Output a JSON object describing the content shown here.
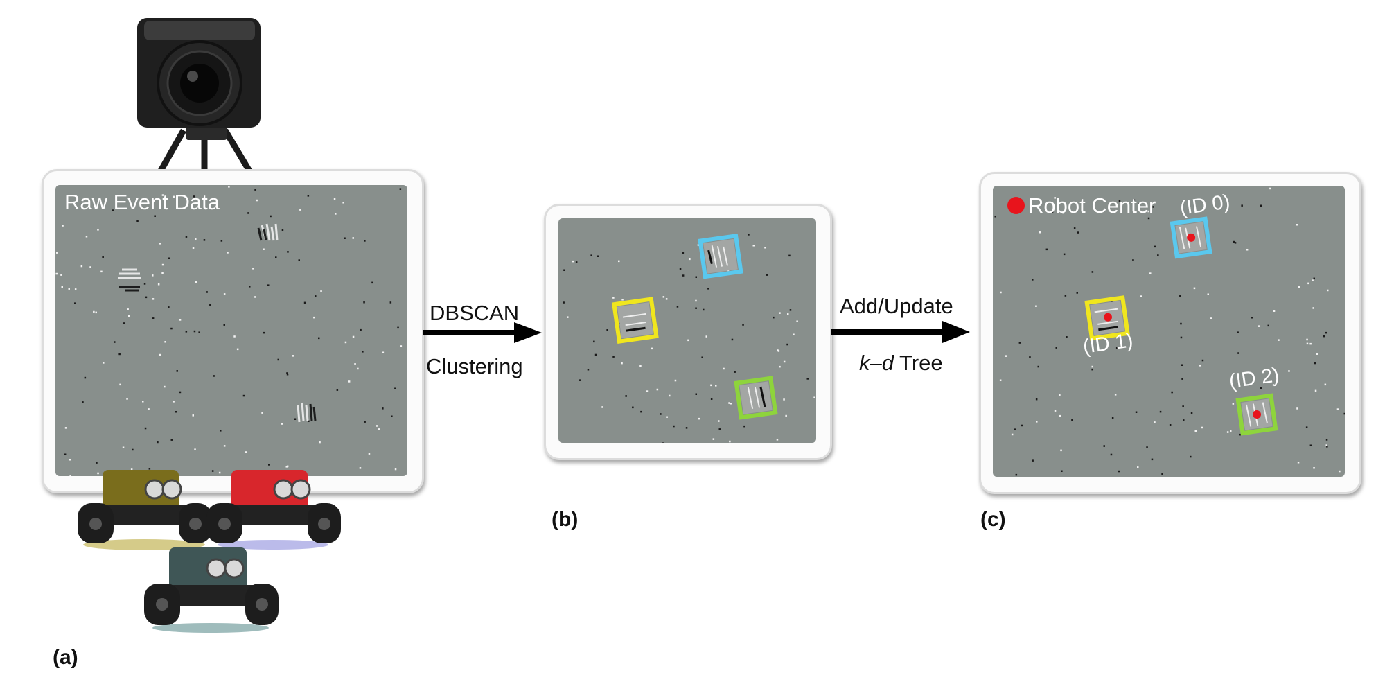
{
  "panel_a": {
    "title": "Raw Event Data",
    "label": "(a)",
    "camera_icon": "event-camera",
    "robots": [
      {
        "icon": "robot-car",
        "color": "#7a6d1c"
      },
      {
        "icon": "robot-car",
        "color": "#d8262c"
      },
      {
        "icon": "robot-car",
        "color": "#3f5656"
      }
    ]
  },
  "arrow_1": {
    "line1": "DBSCAN",
    "line2": "Clustering"
  },
  "panel_b": {
    "label": "(b)",
    "clusters": [
      {
        "color": "#5ac8ee"
      },
      {
        "color": "#f0e61e"
      },
      {
        "color": "#8ed43c"
      }
    ]
  },
  "arrow_2": {
    "line1": "Add/Update",
    "line2_italic": "k–d",
    "line2_rest": " Tree"
  },
  "panel_c": {
    "label": "(c)",
    "legend": "Robot Center",
    "robots": [
      {
        "id_label": "(ID 0)",
        "color": "#5ac8ee"
      },
      {
        "id_label": "(ID 1)",
        "color": "#f0e61e"
      },
      {
        "id_label": "(ID 2)",
        "color": "#8ed43c"
      }
    ]
  },
  "colors": {
    "screen": "#888f8c",
    "center_dot": "#e8141c",
    "arrow": "#000000"
  }
}
